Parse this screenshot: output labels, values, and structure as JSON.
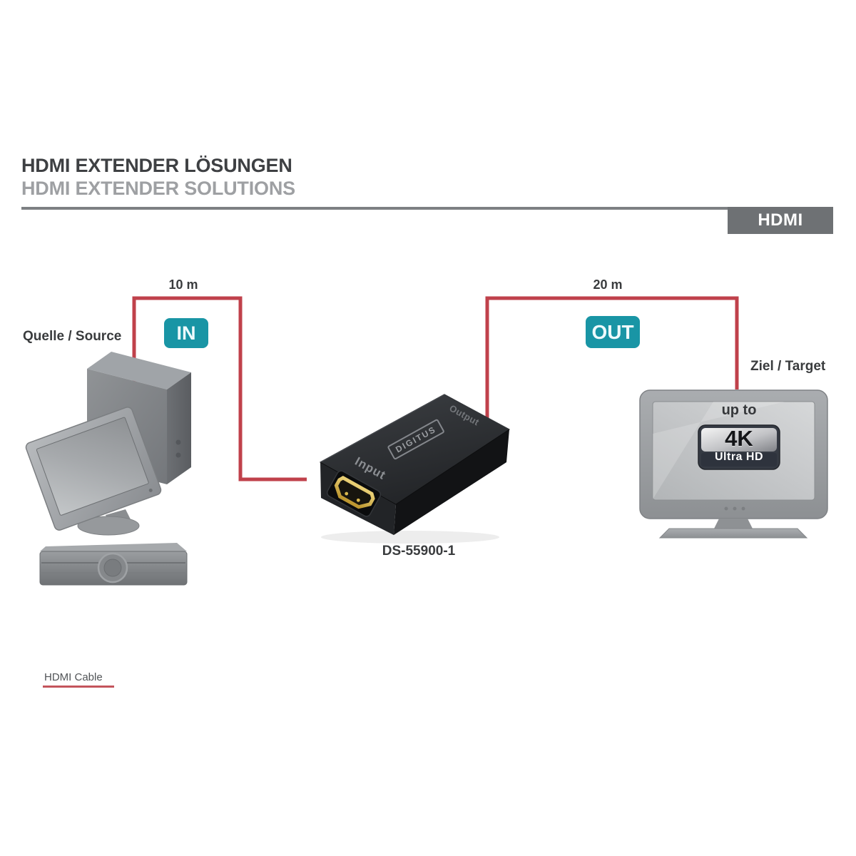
{
  "header": {
    "title_de": "HDMI EXTENDER LÖSUNGEN",
    "title_en": "HDMI EXTENDER SOLUTIONS",
    "category_badge": "HDMI"
  },
  "diagram": {
    "source": {
      "label": "Quelle / Source"
    },
    "target": {
      "label": "Ziel / Target"
    },
    "cable_in": {
      "length": "10 m",
      "badge": "IN"
    },
    "cable_out": {
      "length": "20 m",
      "badge": "OUT"
    },
    "extender": {
      "model": "DS-55900-1",
      "brand": "DIGITUS",
      "input_label": "Input",
      "output_label": "Output"
    },
    "tv": {
      "up_to": "up to",
      "resolution": "4K",
      "standard": "Ultra HD"
    }
  },
  "legend": {
    "hdmi_cable": "HDMI Cable"
  },
  "colors": {
    "cable_red": "#c0414b",
    "badge_teal": "#1995a5",
    "category_gray": "#6e7174",
    "connector_gold": "#d9b94f"
  }
}
